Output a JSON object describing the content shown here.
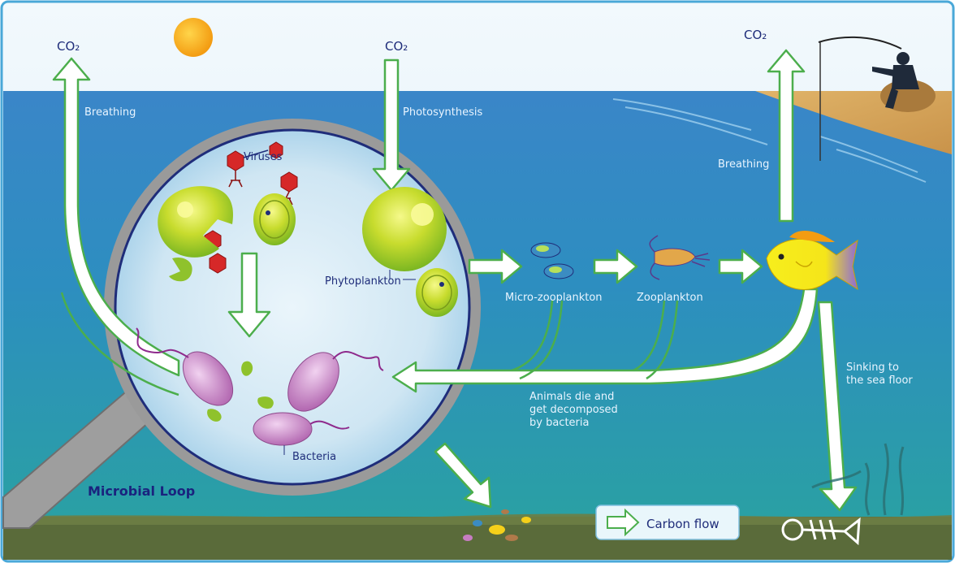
{
  "labels": {
    "co2_left": "CO₂",
    "co2_center": "CO₂",
    "co2_right": "CO₂",
    "breathing_left": "Breathing",
    "breathing_right": "Breathing",
    "photosynthesis": "Photosynthesis",
    "viruses": "Viruses",
    "phytoplankton": "Phytoplankton",
    "micro_zooplankton": "Micro-zooplankton",
    "zooplankton": "Zooplankton",
    "bacteria": "Bacteria",
    "microbial_loop": "Microbial Loop",
    "animals_die": [
      "Animals die and",
      "get decomposed",
      "by bacteria"
    ],
    "sinking": [
      "Sinking to",
      "the sea floor"
    ]
  },
  "legend": {
    "label": "Carbon flow"
  },
  "colors": {
    "sky": "#e6f3fa",
    "frame": "#4aa8d8",
    "ocean_top": "#2f7fc4",
    "ocean_bottom": "#2a9aa3",
    "seafloor": "#5b6a3c",
    "sun": "#f5a623",
    "arrow_stroke": "#4cae4c",
    "arrow_fill": "#ffffff",
    "label_light": "#e8f4ff",
    "label_dark": "#1a237e",
    "bacteria": "#c77dc2",
    "phyto": "#b7d32a",
    "virus": "#d62828",
    "fish": "#f7e71c"
  }
}
